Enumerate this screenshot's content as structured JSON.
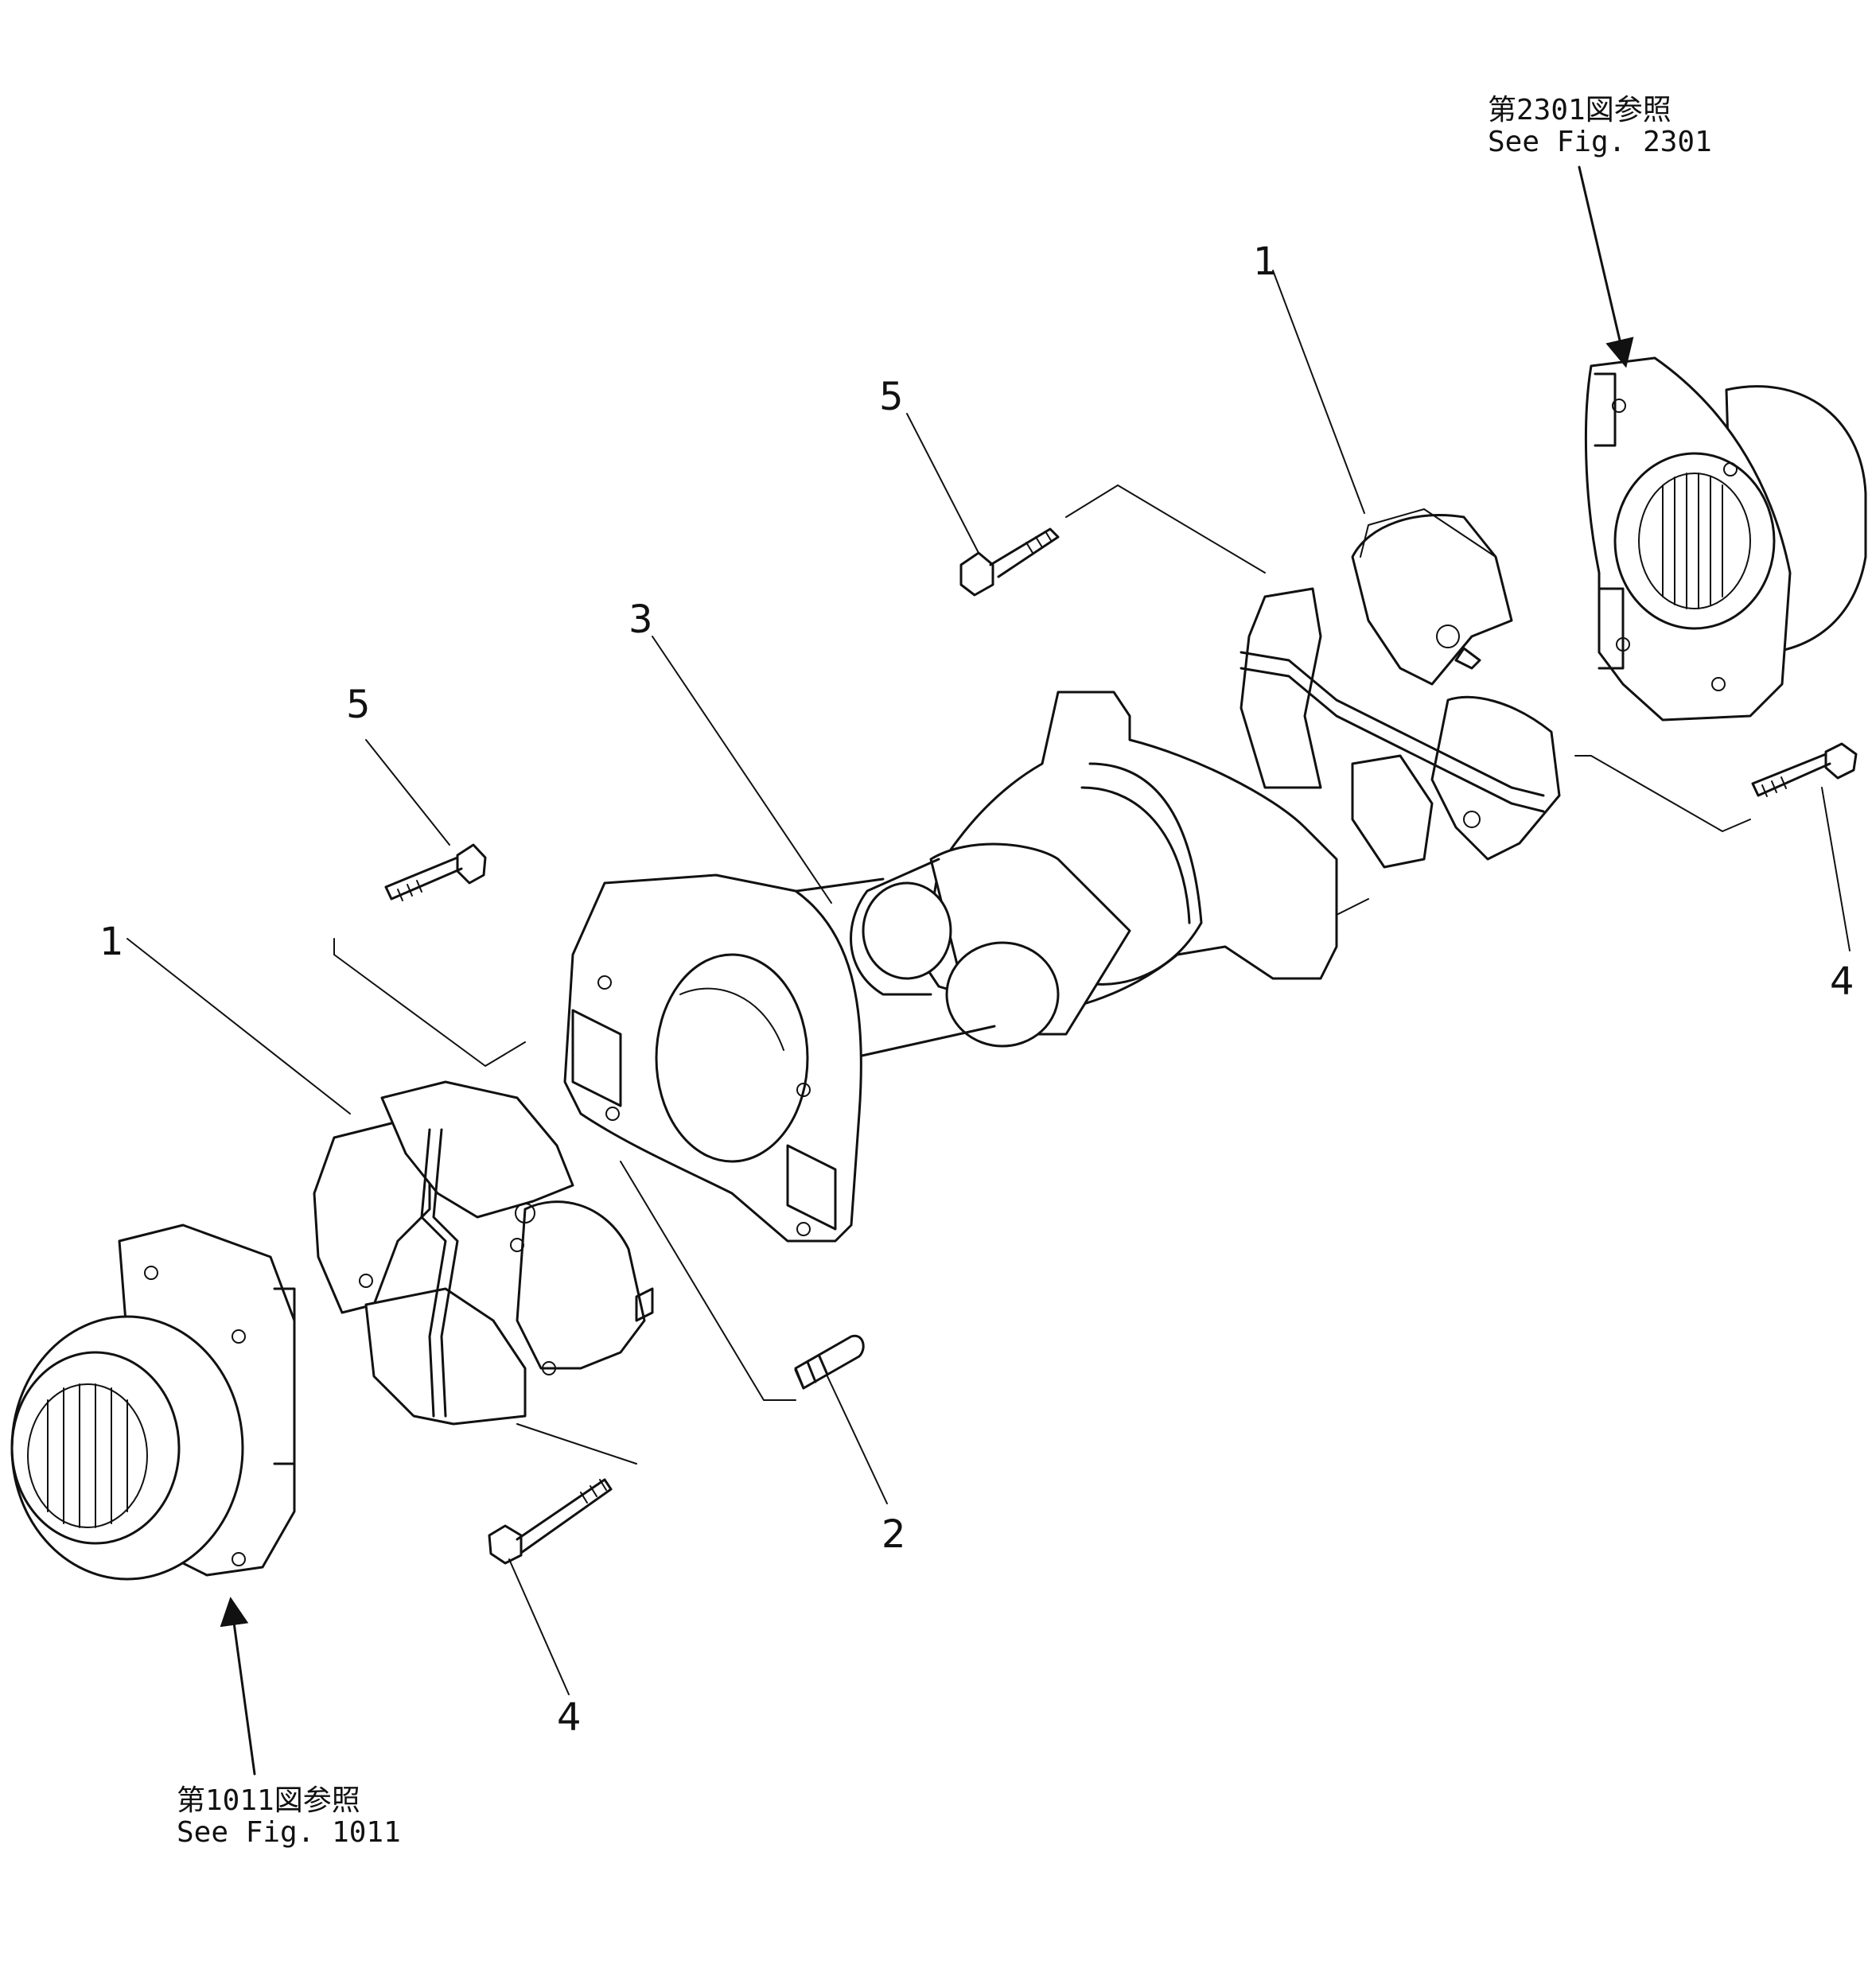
{
  "callouts": {
    "one_top": "1",
    "one_left": "1",
    "two": "2",
    "three": "3",
    "four_right": "4",
    "four_bottom": "4",
    "five_top": "5",
    "five_left": "5"
  },
  "references": {
    "top": {
      "jp": "第2301図参照",
      "en": "See  Fig.  2301"
    },
    "bottom": {
      "jp": "第1011図参照",
      "en": "See  Fig.  1011"
    }
  }
}
